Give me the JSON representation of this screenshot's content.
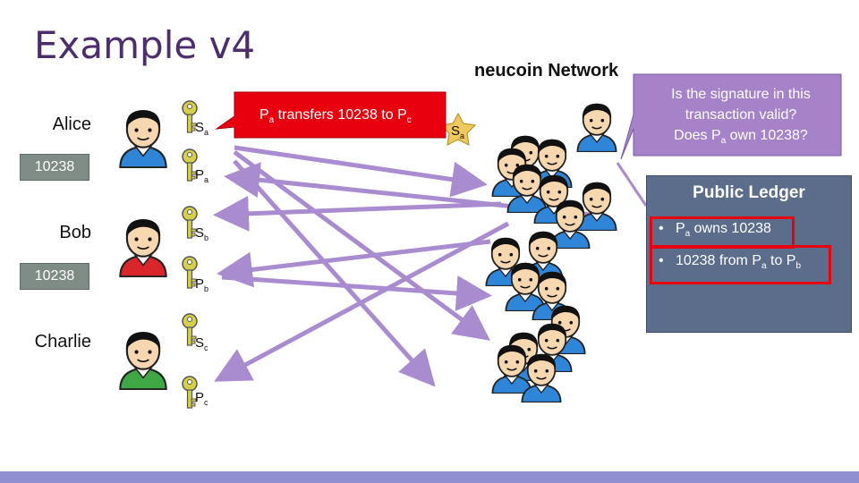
{
  "title": "Example v4",
  "network_title": "neucoin Network",
  "users": [
    {
      "name": "Alice",
      "coin": "10238",
      "shirt": "#2f86d8"
    },
    {
      "name": "Bob",
      "coin": "10238",
      "shirt": "#d8262b"
    },
    {
      "name": "Charlie",
      "coin": "",
      "shirt": "#3fa844"
    }
  ],
  "keys": [
    {
      "letter": "S",
      "sub": "a"
    },
    {
      "letter": "P",
      "sub": "a"
    },
    {
      "letter": "S",
      "sub": "b"
    },
    {
      "letter": "P",
      "sub": "b"
    },
    {
      "letter": "S",
      "sub": "c"
    },
    {
      "letter": "P",
      "sub": "c"
    }
  ],
  "transaction": {
    "p": "P",
    "p_sub": "a",
    "text": " transfers 10238 to P",
    "to_sub": "c"
  },
  "signature_star": {
    "letter": "S",
    "sub": "a"
  },
  "bubble": {
    "line1": "Is the signature in this",
    "line2": "transaction valid?",
    "line3_pre": "Does P",
    "line3_sub": "a",
    "line3_post": " own 10238?"
  },
  "ledger": {
    "title": "Public Ledger",
    "item1_pre": "P",
    "item1_sub": "a",
    "item1_post": " owns 10238",
    "item2_pre": "10238 from P",
    "item2_sub": "a",
    "item2_mid": " to P",
    "item2_sub2": "b"
  },
  "colors": {
    "title": "#4b2e6b",
    "arrow": "#a98ccf",
    "callout_red": "#e8000f",
    "bubble": "#a683c8",
    "ledger": "#5b6d8a",
    "coinbox": "#7f8c86",
    "key": "#c8c23a",
    "network_shirt": "#2f86d8"
  }
}
